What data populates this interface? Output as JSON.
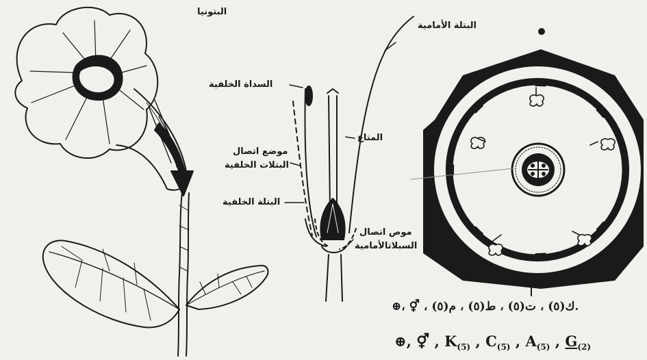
{
  "title": "البتونيا",
  "labels": {
    "posterior_sepal": "السداة الخلفية",
    "anterior_petal": "البتلة الأمامية",
    "junction_posterior_petals_line1": "موضع اتصال",
    "junction_posterior_petals_line2": "البتلات الخلفية",
    "posterior_petal": "البتلة الخلفية",
    "stigma": "المتاع",
    "junction_anterior_line1": "موص اتصال",
    "junction_anterior_line2": "السبلاتالأمامية"
  },
  "formula_arabic": "⊕، ⚥ ، ك(٥) ، ت(٥) ، ط(٥) ، م(٥).",
  "formula_latin": {
    "actinomorphic": "⊕,",
    "bisexual": "⚥",
    "calyx": "K",
    "calyx_n": "(5)",
    "corolla": "C",
    "corolla_n": "(5)",
    "androecium": "A",
    "androecium_n": "(5)",
    "gynoecium": "G",
    "gynoecium_n": "(2)"
  },
  "colors": {
    "ink": "#1a1a1a",
    "paper": "#f1f0ec"
  }
}
